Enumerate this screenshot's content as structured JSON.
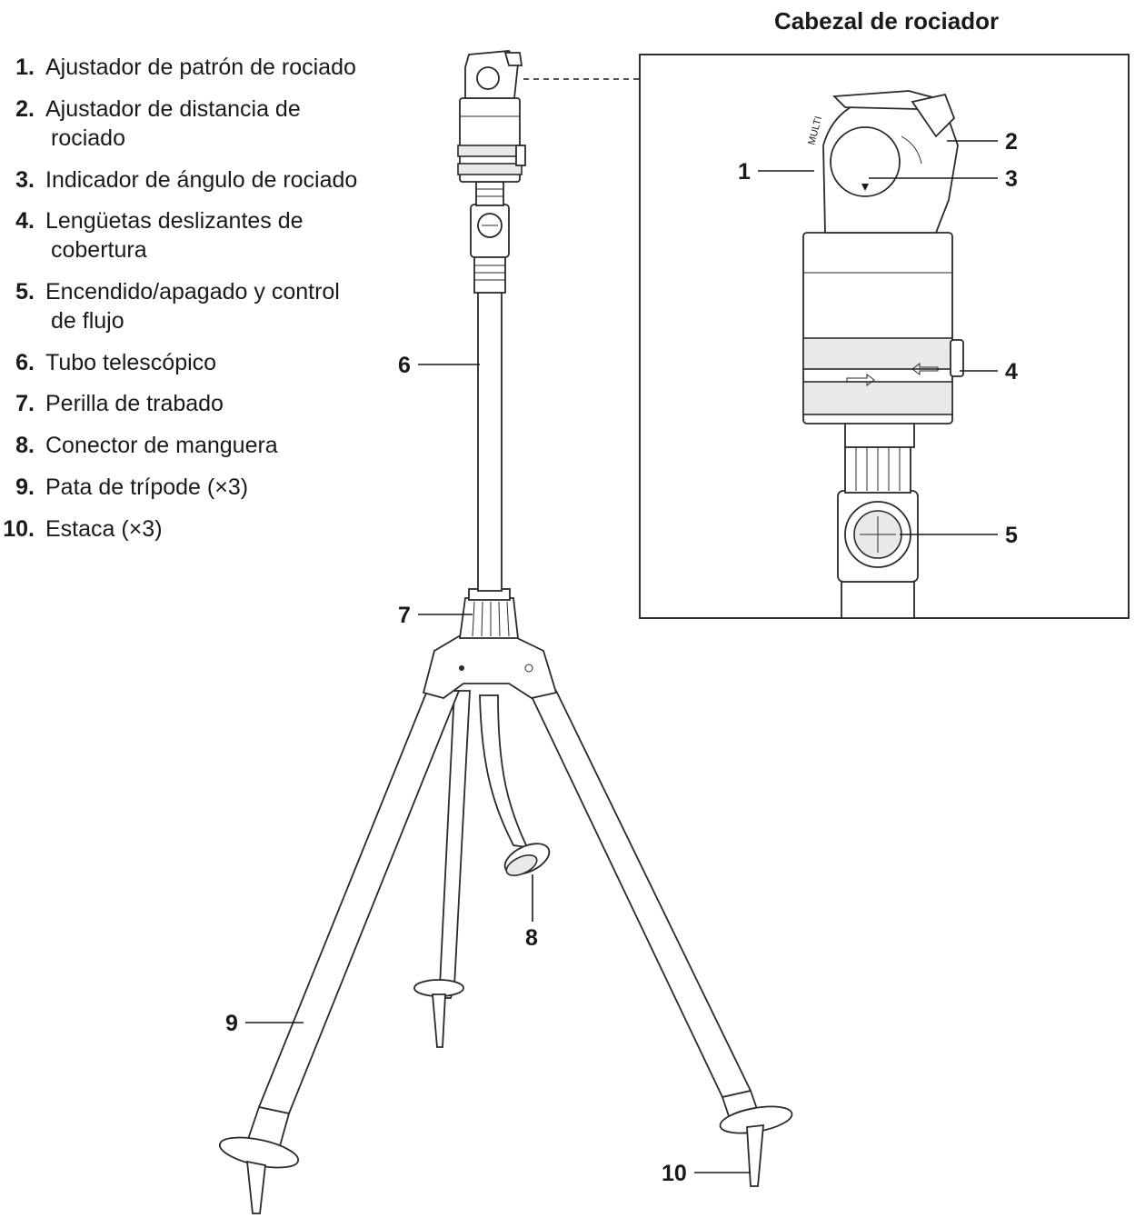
{
  "legend": {
    "items": [
      {
        "num": "1.",
        "lines": [
          "Ajustador de patrón de rociado"
        ]
      },
      {
        "num": "2.",
        "lines": [
          "Ajustador de distancia de",
          "rociado"
        ]
      },
      {
        "num": "3.",
        "lines": [
          "Indicador de ángulo de rociado"
        ]
      },
      {
        "num": "4.",
        "lines": [
          "Lengüetas deslizantes de",
          "cobertura"
        ]
      },
      {
        "num": "5.",
        "lines": [
          "Encendido/apagado y control",
          "de flujo"
        ]
      },
      {
        "num": "6.",
        "lines": [
          "Tubo telescópico"
        ]
      },
      {
        "num": "7.",
        "lines": [
          "Perilla de trabado"
        ]
      },
      {
        "num": "8.",
        "lines": [
          "Conector de manguera"
        ]
      },
      {
        "num": "9.",
        "lines": [
          "Pata de trípode (×3)"
        ]
      },
      {
        "num": "10.",
        "lines": [
          "Estaca (×3)"
        ]
      }
    ]
  },
  "detail": {
    "title": "Cabezal de rociador",
    "dial_text": "MULTI",
    "callouts": [
      "1",
      "2",
      "3",
      "4",
      "5"
    ]
  },
  "main_callouts": [
    "6",
    "7",
    "8",
    "9",
    "10"
  ]
}
